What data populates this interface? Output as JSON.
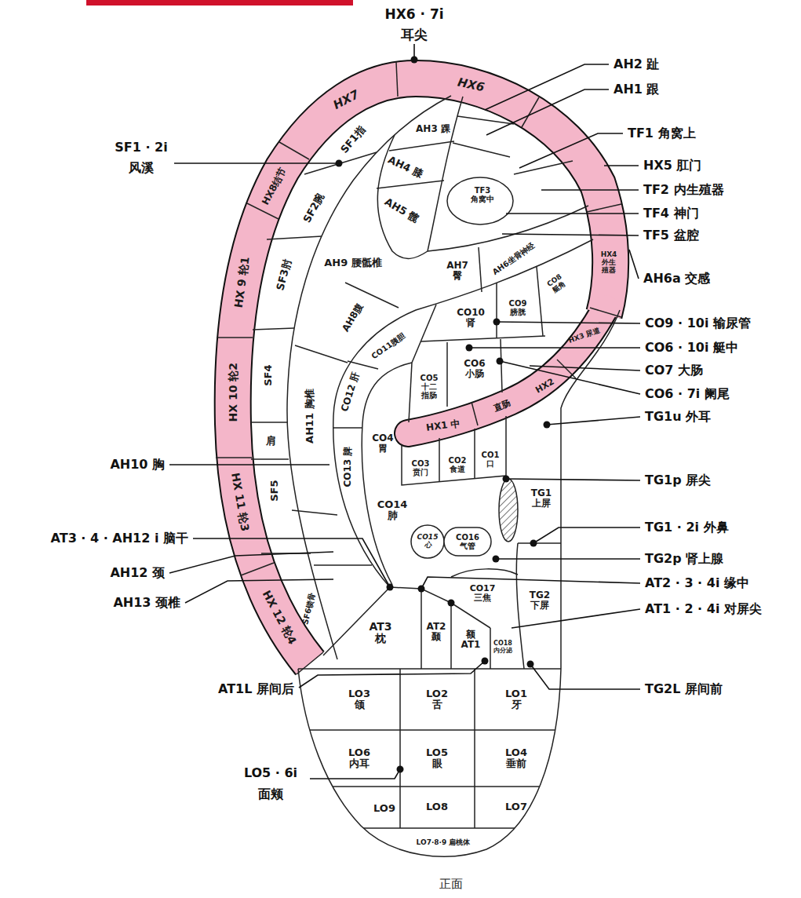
{
  "diagram": {
    "caption": "正面",
    "nodes": [
      {
        "text": [
          "HX7"
        ]
      },
      {
        "text": [
          "HX6"
        ]
      },
      {
        "text": [
          "HX8结节"
        ]
      },
      {
        "text": [
          "HX 9 轮1"
        ]
      },
      {
        "text": [
          "HX 10 轮2"
        ]
      },
      {
        "text": [
          "HX 11 轮3"
        ]
      },
      {
        "text": [
          "HX 12 轮4"
        ]
      },
      {
        "text": [
          "HX4 外生殖器"
        ]
      },
      {
        "text": [
          "HX3 尿道"
        ]
      },
      {
        "text": [
          "HX2"
        ]
      },
      {
        "text": [
          "HX1 中"
        ]
      },
      {
        "text": [
          "SF1指"
        ]
      },
      {
        "text": [
          "SF2腕"
        ]
      },
      {
        "text": [
          "SF3肘"
        ]
      },
      {
        "text": [
          "SF4"
        ]
      },
      {
        "text": [
          "肩"
        ]
      },
      {
        "text": [
          "SF5"
        ]
      },
      {
        "text": [
          "SF6锁骨"
        ]
      },
      {
        "text": [
          "AH3 踝"
        ]
      },
      {
        "text": [
          "AH4 膝"
        ]
      },
      {
        "text": [
          "AH5 髋"
        ]
      },
      {
        "text": [
          "AH9 腰骶椎"
        ]
      },
      {
        "text": [
          "AH8腹"
        ]
      },
      {
        "text": [
          "AH11 胸椎"
        ]
      },
      {
        "text": [
          "AH7 臀"
        ]
      },
      {
        "text": [
          "AH6坐骨神经"
        ]
      },
      {
        "text": [
          "TF3 角窝中"
        ]
      },
      {
        "text": [
          "CO8 艇角"
        ]
      },
      {
        "text": [
          "CO9 膀胱"
        ]
      },
      {
        "text": [
          "CO10 肾"
        ]
      },
      {
        "text": [
          "CO11胰胆"
        ]
      },
      {
        "text": [
          "CO12 肝"
        ]
      },
      {
        "text": [
          "CO5 十二指肠"
        ]
      },
      {
        "text": [
          "CO6 小肠"
        ]
      },
      {
        "text": [
          "CO4 胃"
        ]
      },
      {
        "text": [
          "CO3 贲门"
        ]
      },
      {
        "text": [
          "CO2 食道"
        ]
      },
      {
        "text": [
          "CO1 口"
        ]
      },
      {
        "text": [
          "CO13 脾"
        ]
      },
      {
        "text": [
          "CO14 肺"
        ]
      },
      {
        "text": [
          "CO15 心"
        ]
      },
      {
        "text": [
          "CO16 气管"
        ]
      },
      {
        "text": [
          "CO17 三焦"
        ]
      },
      {
        "text": [
          "CO18 内分泌"
        ]
      },
      {
        "text": [
          "TG1 上屏"
        ]
      },
      {
        "text": [
          "TG2 下屏"
        ]
      },
      {
        "text": [
          "AT3 枕"
        ]
      },
      {
        "text": [
          "AT2 颞"
        ]
      },
      {
        "text": [
          "额 AT1"
        ]
      },
      {
        "text": [
          "LO3 颌"
        ]
      },
      {
        "text": [
          "LO2 舌"
        ]
      },
      {
        "text": [
          "LO1 牙"
        ]
      },
      {
        "text": [
          "LO6 内耳"
        ]
      },
      {
        "text": [
          "LO5 眼"
        ]
      },
      {
        "text": [
          "LO4 垂前"
        ]
      },
      {
        "text": [
          "LO9"
        ]
      },
      {
        "text": [
          "LO8"
        ]
      },
      {
        "text": [
          "LO7"
        ]
      },
      {
        "text": [
          "LO7·8·9 扁桃体"
        ]
      }
    ],
    "labels": [
      "HX6 · 7i",
      "耳尖",
      "AH2 趾",
      "AH1 跟",
      "TF1 角窝上",
      "HX5 肛门",
      "TF2 内生殖器",
      "TF4 神门",
      "TF5 盆腔",
      "AH6a 交感",
      "CO9 · 10i 输尿管",
      "CO6 · 10i 艇中",
      "CO7 大肠",
      "CO6 · 7i 阑尾",
      "TG1u 外耳",
      "TG1p 屏尖",
      "TG1 · 2i 外鼻",
      "TG2p 肾上腺",
      "AT2 · 3 · 4i 缘中",
      "AT1 · 2 · 4i 对屏尖",
      "TG2L 屏间前",
      "SF1 · 2i",
      "风溪",
      "AH10 胸",
      "AT3 · 4 · AH12 i 脑干",
      "AH12 颈",
      "AH13 颈椎",
      "AT1L 屏间后",
      "LO5 · 6i",
      "面颊",
      "直肠"
    ]
  }
}
